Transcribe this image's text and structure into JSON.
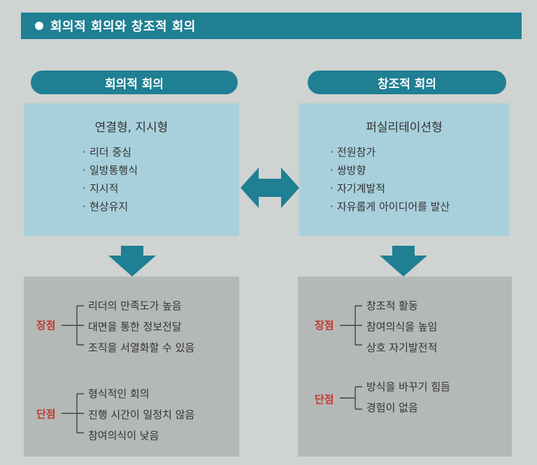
{
  "title": "회의적 회의와 창조적 회의",
  "left": {
    "header": "회의적 회의",
    "type": "연결형, 지시형",
    "bullets": [
      "리더 중심",
      "일방통행식",
      "지시적",
      "현상유지"
    ],
    "pros_label": "장점",
    "pros": [
      "리더의 만족도가 높음",
      "대면을 통한 정보전달",
      "조직을 서열화할 수 있음"
    ],
    "cons_label": "단점",
    "cons": [
      "형식적인 회의",
      "진행 시간이 일정치 않음",
      "참여의식이 낮음"
    ]
  },
  "right": {
    "header": "창조적 회의",
    "type": "퍼실리테이션형",
    "bullets": [
      "전원참가",
      "쌍방향",
      "자기계발적",
      "자유롭게 아이디어를 발산"
    ],
    "pros_label": "장점",
    "pros": [
      "창조적 활동",
      "참여의식을 높임",
      "상호 자기발전적"
    ],
    "cons_label": "단점",
    "cons": [
      "방식을 바꾸기 힘듬",
      "경험이 없음"
    ]
  },
  "colors": {
    "accent": "#1f7f93",
    "top_box": "#a8d0dc",
    "bottom_box": "#b4b8b7",
    "label_red": "#c0392b"
  },
  "icons": {
    "double_arrow": "double-arrow-icon",
    "down_arrow": "down-arrow-icon",
    "bullet": "bullet-dot-icon"
  }
}
